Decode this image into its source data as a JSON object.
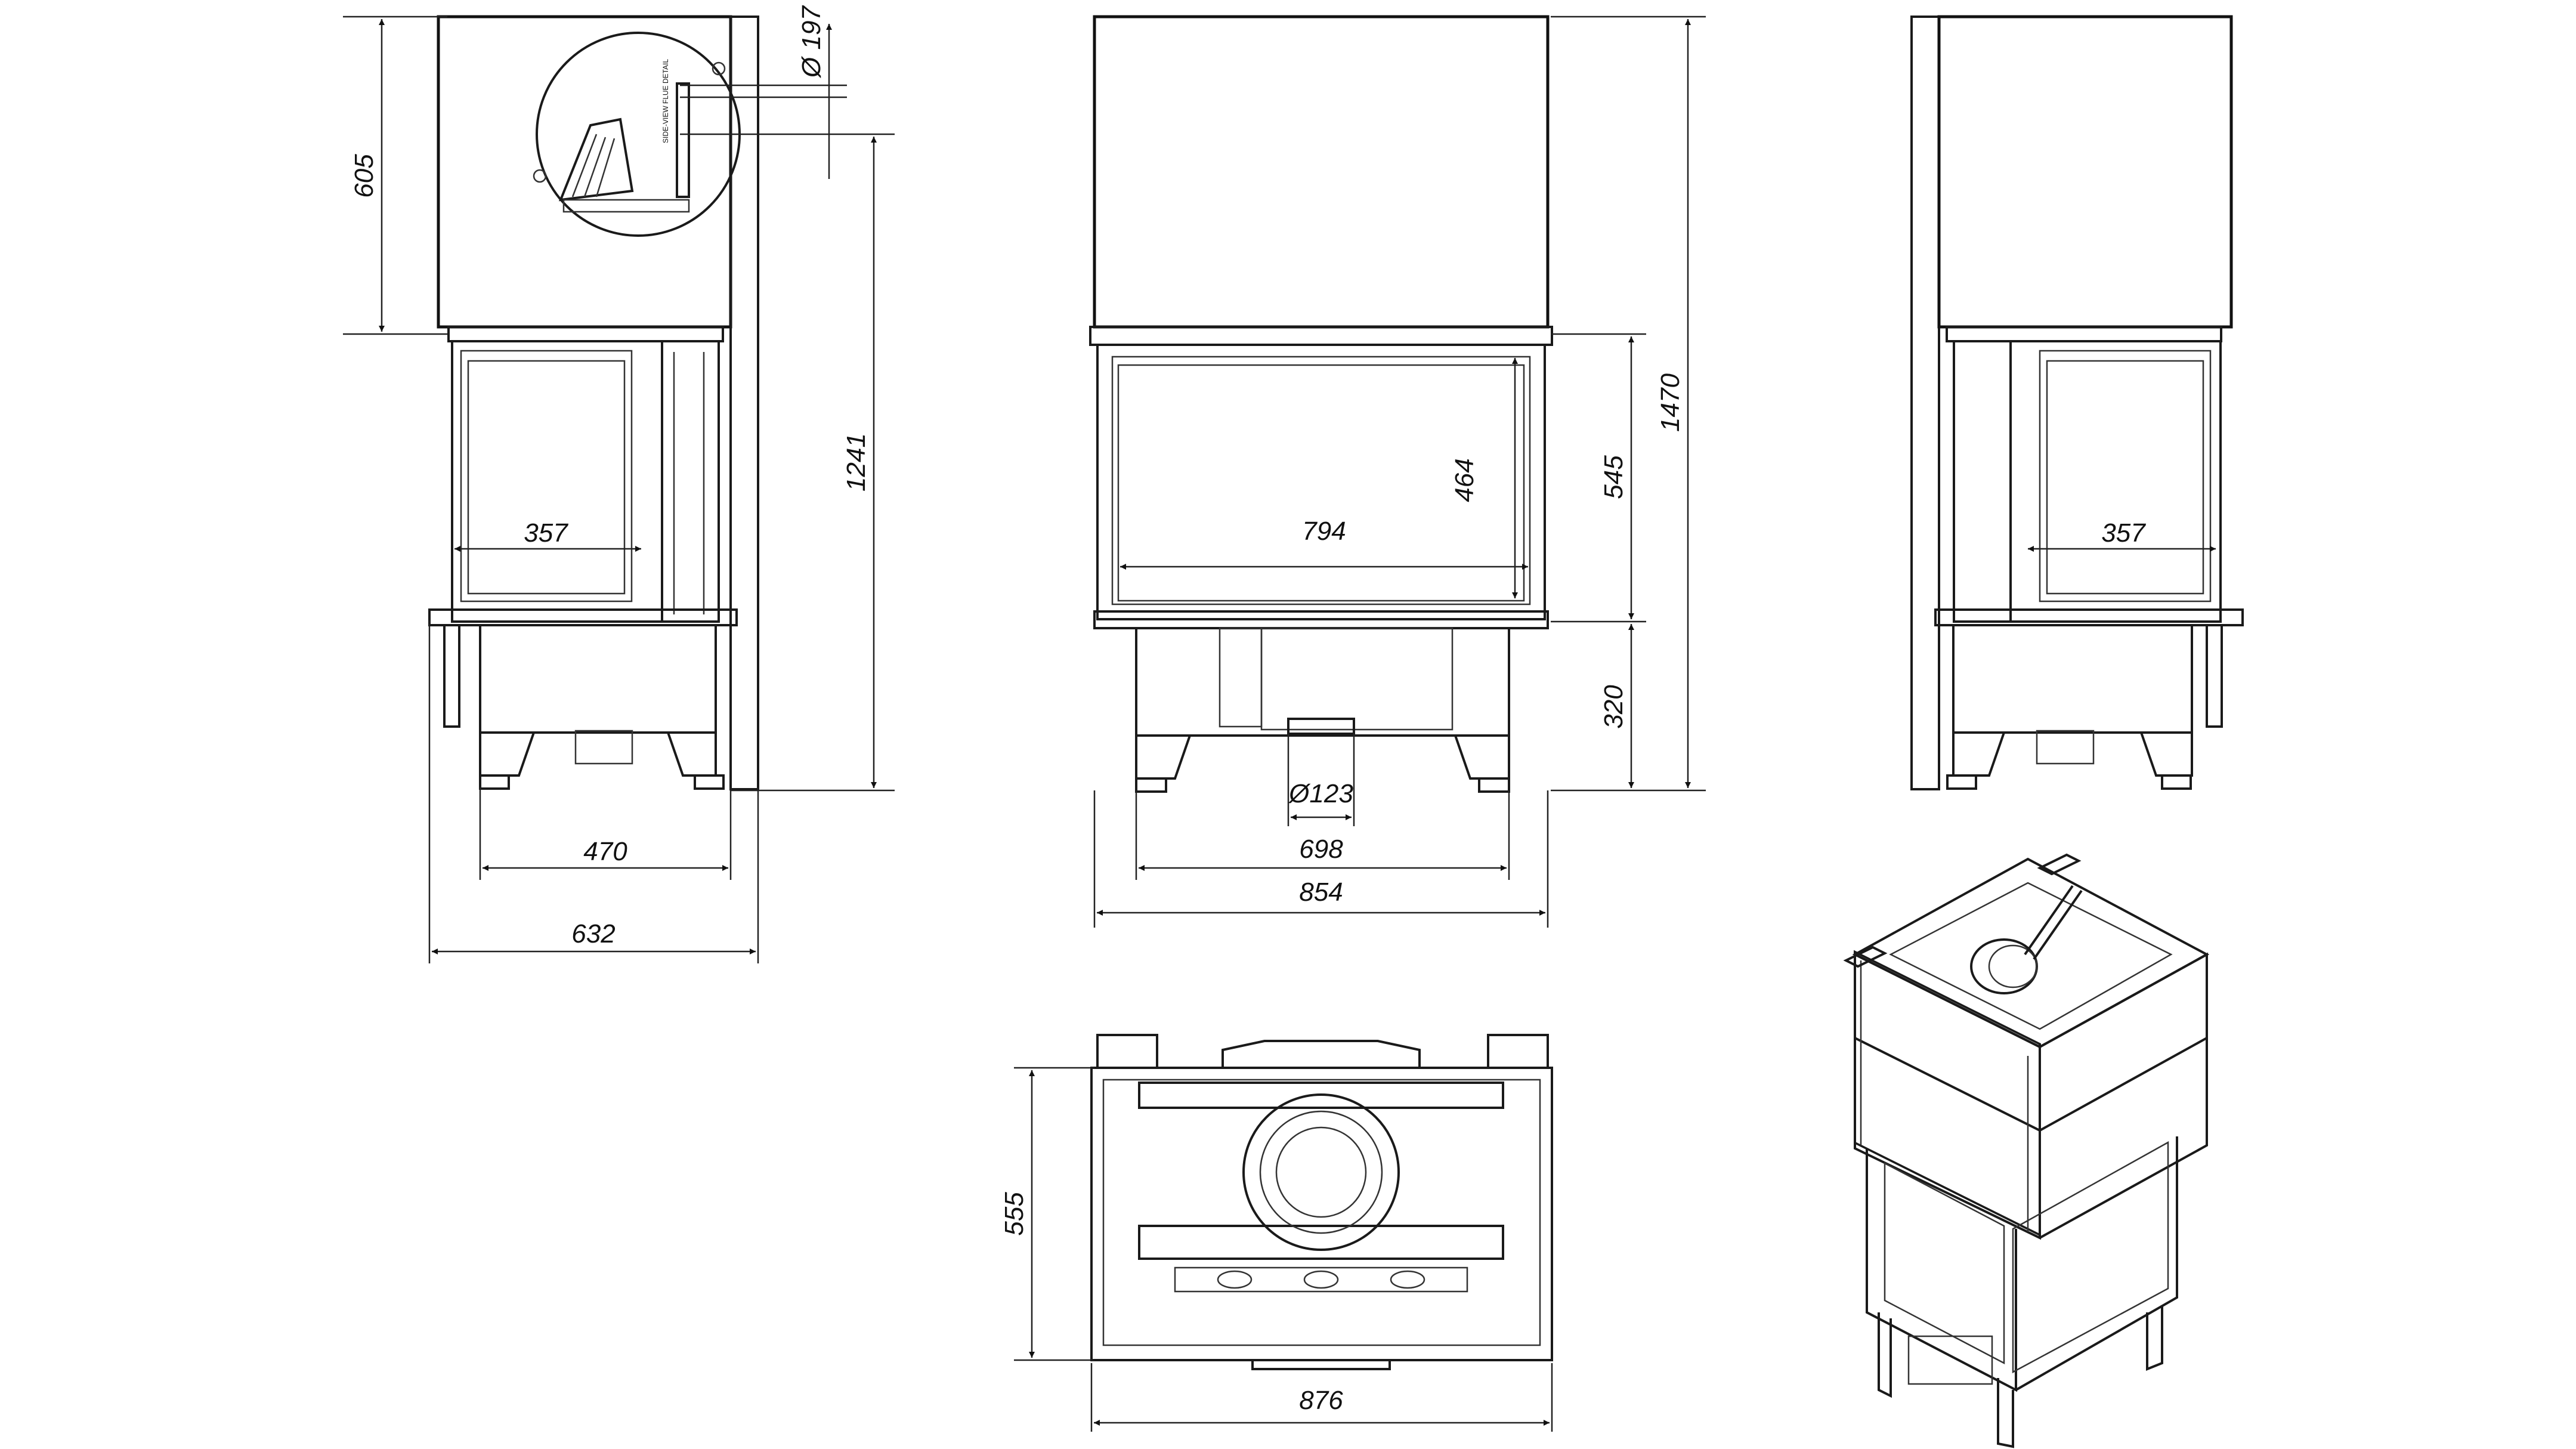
{
  "dimensions": {
    "side_left": {
      "height_top_section": "605",
      "flue_diameter": "Ø 197",
      "total_height": "1241",
      "glass_width": "357",
      "leg_span": "470",
      "overall_depth": "632"
    },
    "front": {
      "glass_height": "464",
      "glass_width": "794",
      "door_height": "545",
      "base_height": "320",
      "overall_height": "1470",
      "air_inlet_diameter": "Ø123",
      "leg_span": "698",
      "overall_width": "854"
    },
    "side_right": {
      "glass_width": "357"
    },
    "top": {
      "depth": "555",
      "width": "876"
    }
  },
  "detail_label": "SIDE-VIEW FLUE DETAIL"
}
